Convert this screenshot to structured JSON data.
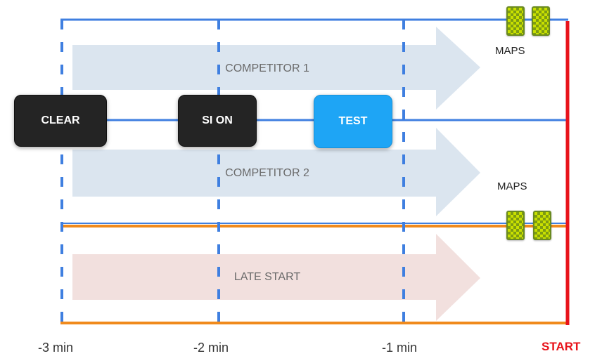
{
  "boxes": {
    "clear": "CLEAR",
    "si_on": "SI ON",
    "test": "TEST"
  },
  "arrows": {
    "competitor1": "COMPETITOR 1",
    "competitor2": "COMPETITOR 2",
    "late_start": "LATE START"
  },
  "maps": {
    "top": "MAPS",
    "middle": "MAPS"
  },
  "timeline": {
    "ticks": [
      "-3 min",
      "-2 min",
      "-1 min"
    ],
    "start_label": "START"
  },
  "colors": {
    "blue_line": "#3f7fe0",
    "orange_line": "#f08a1c",
    "start_line": "#e8131b",
    "arrow_blue": "#dbe5ef",
    "arrow_pink": "#f2e0de",
    "dark_box": "#242424",
    "test_box": "#1ea5f5",
    "start_text": "#e8131b"
  }
}
